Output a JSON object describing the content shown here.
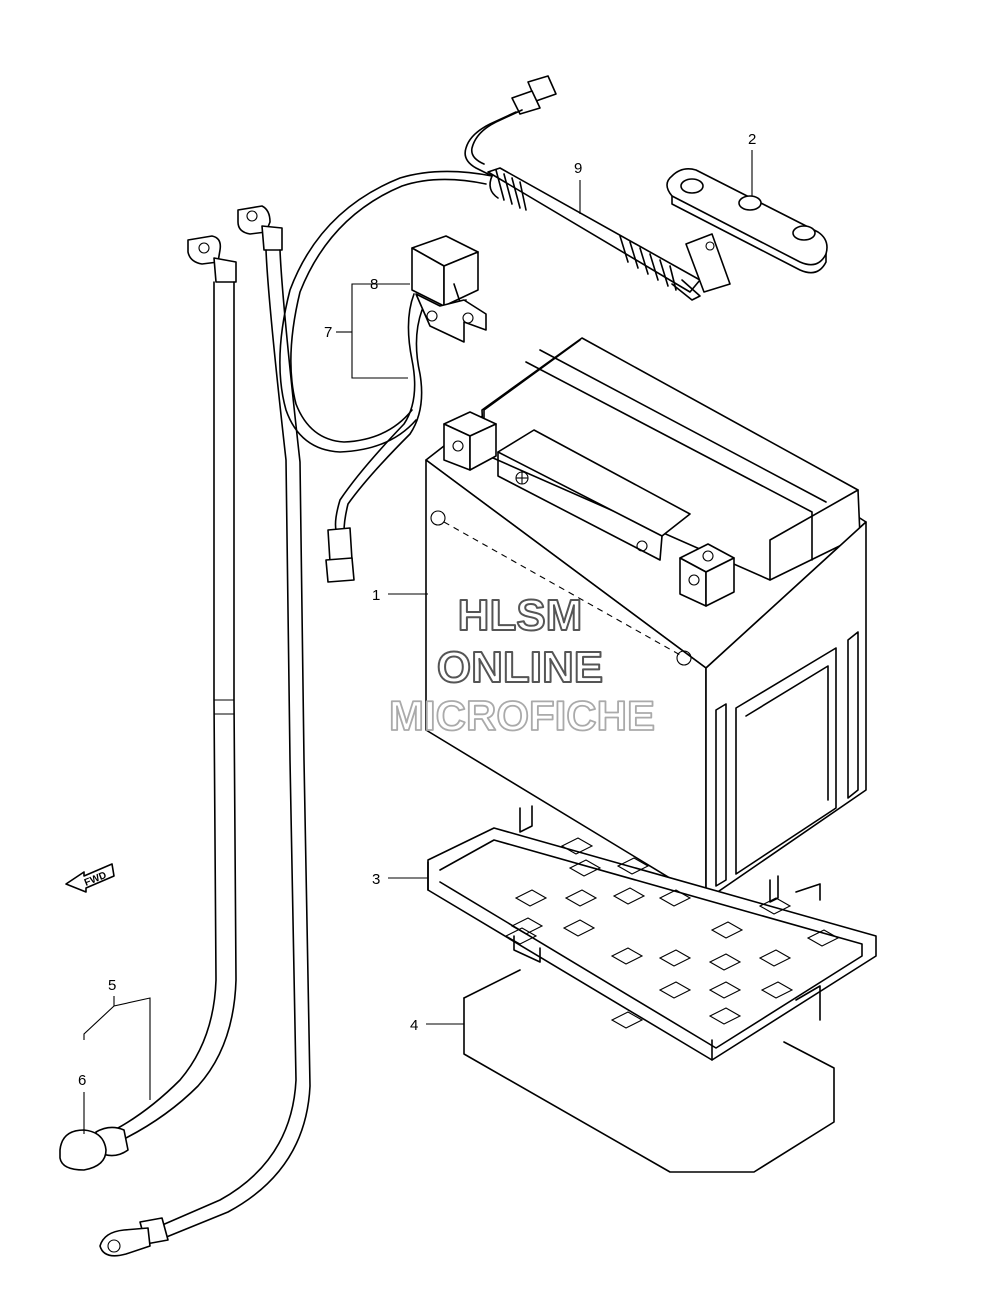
{
  "callouts": [
    {
      "id": "1",
      "label": "1",
      "part": "battery"
    },
    {
      "id": "2",
      "label": "2",
      "part": "terminal-cover-strip"
    },
    {
      "id": "3",
      "label": "3",
      "part": "battery-tray"
    },
    {
      "id": "4",
      "label": "4",
      "part": "battery-pad"
    },
    {
      "id": "5",
      "label": "5",
      "part": "cable-assembly"
    },
    {
      "id": "6",
      "label": "6",
      "part": "terminal-cap"
    },
    {
      "id": "7",
      "label": "7",
      "part": "relay-harness"
    },
    {
      "id": "8",
      "label": "8",
      "part": "relay"
    },
    {
      "id": "9",
      "label": "9",
      "part": "thermo-sensor"
    }
  ],
  "watermark": {
    "line1": "HLSM",
    "line2": "ONLINE",
    "line3": "MICROFICHE"
  },
  "direction_badge": {
    "label": "FWD",
    "icon": "fwd-arrow-icon"
  },
  "colors": {
    "stroke": "#000000",
    "background": "#ffffff",
    "watermark_outline": "#555555",
    "watermark_outline_light": "#aaaaaa"
  }
}
